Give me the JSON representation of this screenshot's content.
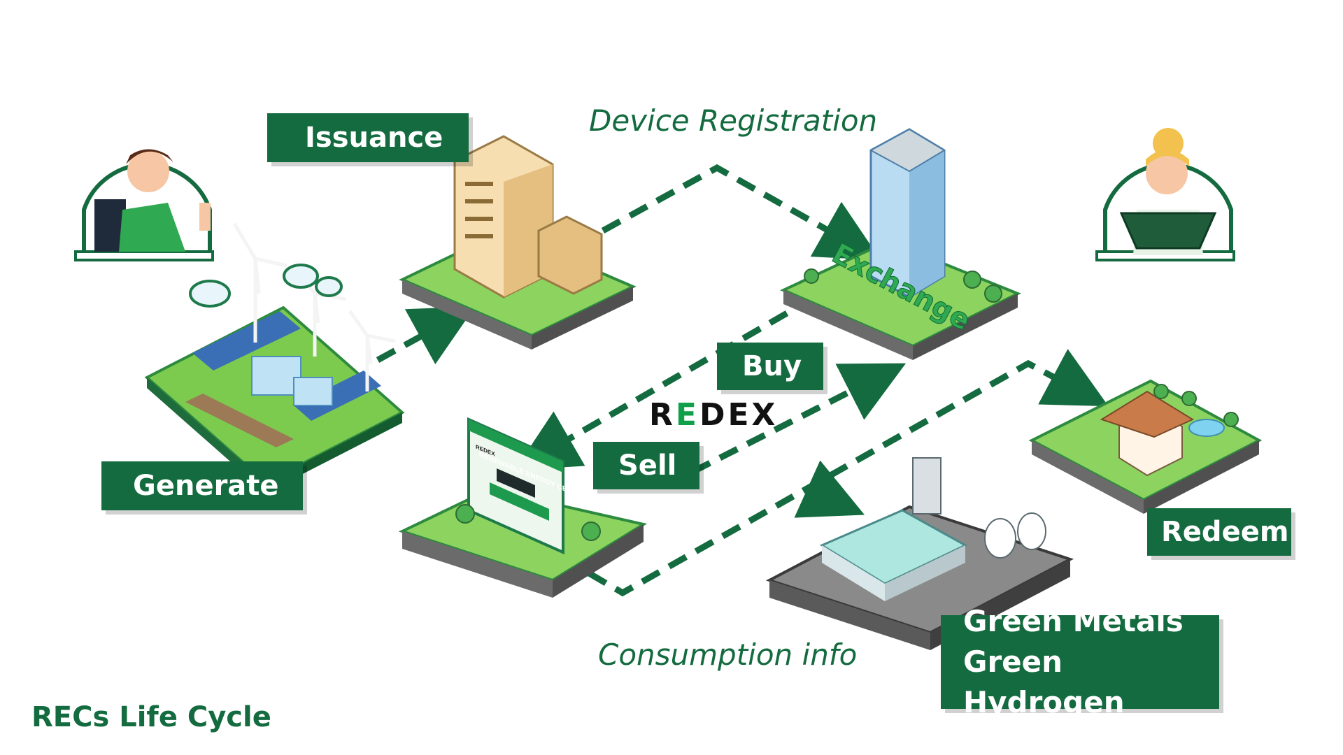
{
  "title": "RECs Life Cycle",
  "captions": {
    "device_registration": "Device Registration",
    "consumption_info": "Consumption info"
  },
  "steps": {
    "issuance": "Issuance",
    "generate": "Generate",
    "buy": "Buy",
    "sell": "Sell",
    "redeem": "Redeem",
    "green_products": [
      "Green Metals",
      "Green Hydrogen"
    ]
  },
  "logo": {
    "part1": "R",
    "accent": "E",
    "part2": "DEX"
  },
  "exchange_sign": "Exchange",
  "certificate": {
    "title": "RENEWABLE ENERGY CERTIFICATE",
    "brand": "REDEX"
  },
  "colors": {
    "brand_green": "#146b3f",
    "grass": "#7ccb4f",
    "road": "#7a7a7a",
    "accent": "#11a04a"
  }
}
